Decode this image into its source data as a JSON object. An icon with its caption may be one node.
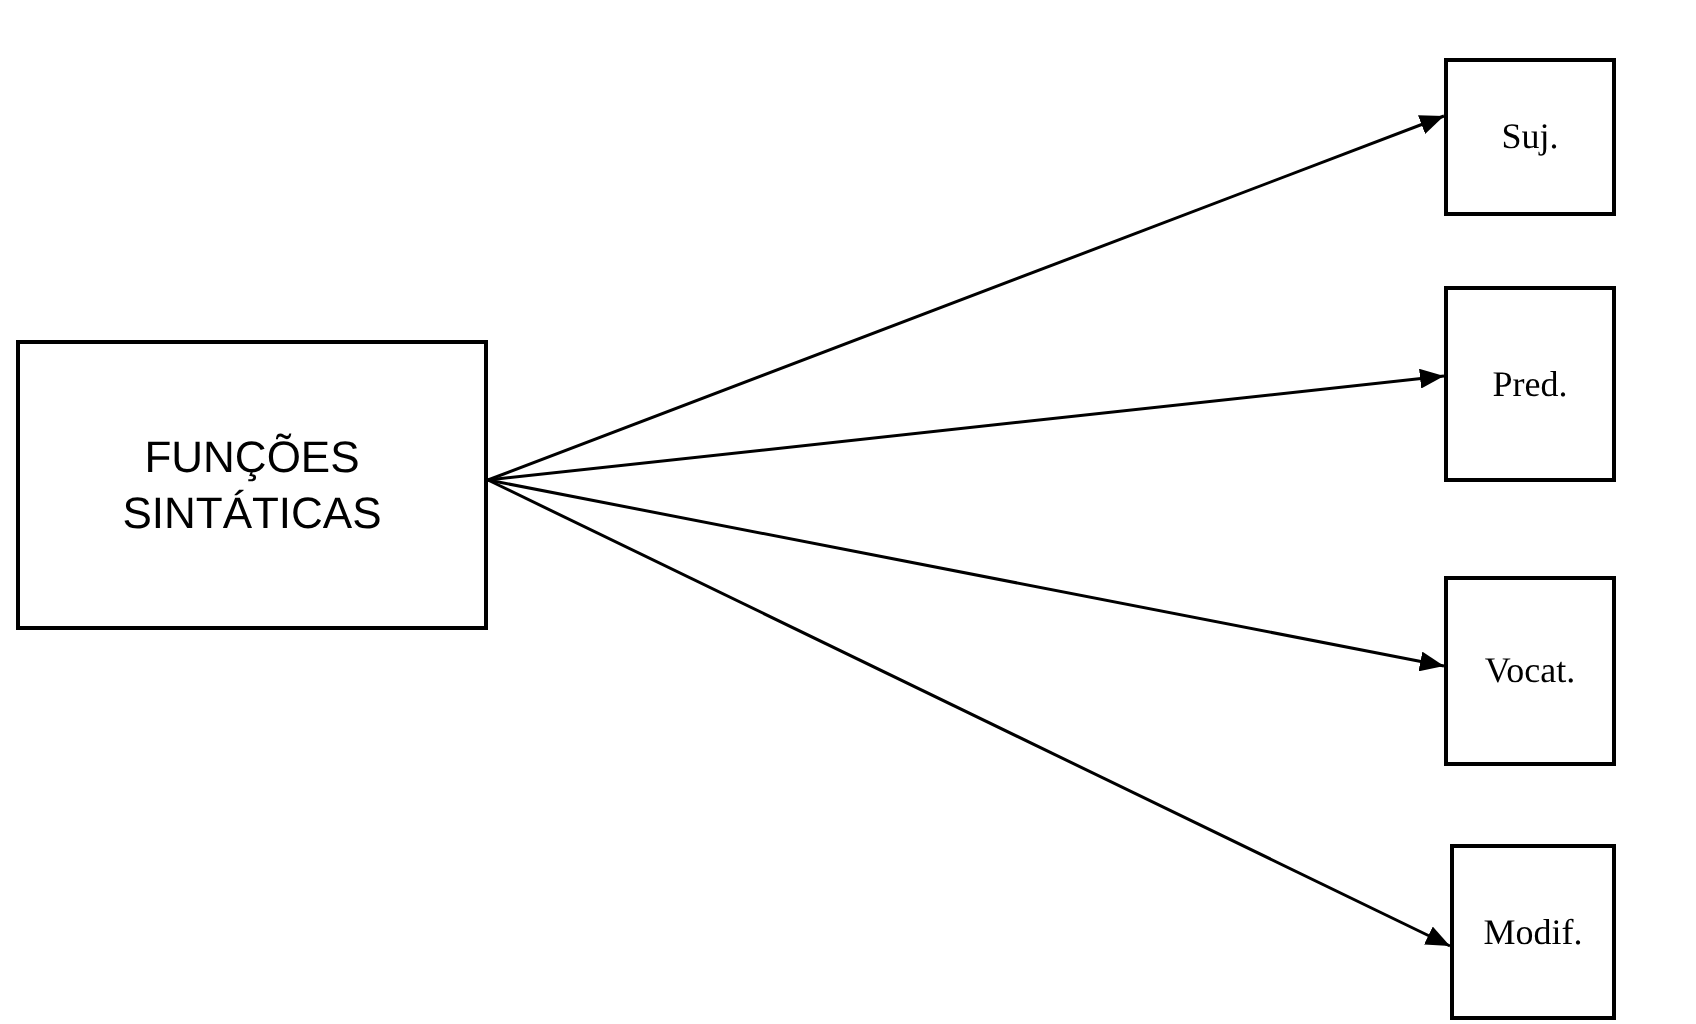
{
  "diagram": {
    "nodes": [
      {
        "text": [
          "FUNÇÕES SINTÁTICAS"
        ]
      },
      {
        "text": [
          "Suj."
        ]
      },
      {
        "text": [
          "Pred."
        ]
      },
      {
        "text": [
          "Vocat."
        ]
      },
      {
        "text": [
          "Modif."
        ]
      }
    ],
    "edges": [
      {
        "from": 0,
        "to": 1,
        "arrow": "to"
      },
      {
        "from": 0,
        "to": 2,
        "arrow": "to"
      },
      {
        "from": 0,
        "to": 3,
        "arrow": "to"
      },
      {
        "from": 0,
        "to": 4,
        "arrow": "to"
      }
    ]
  }
}
